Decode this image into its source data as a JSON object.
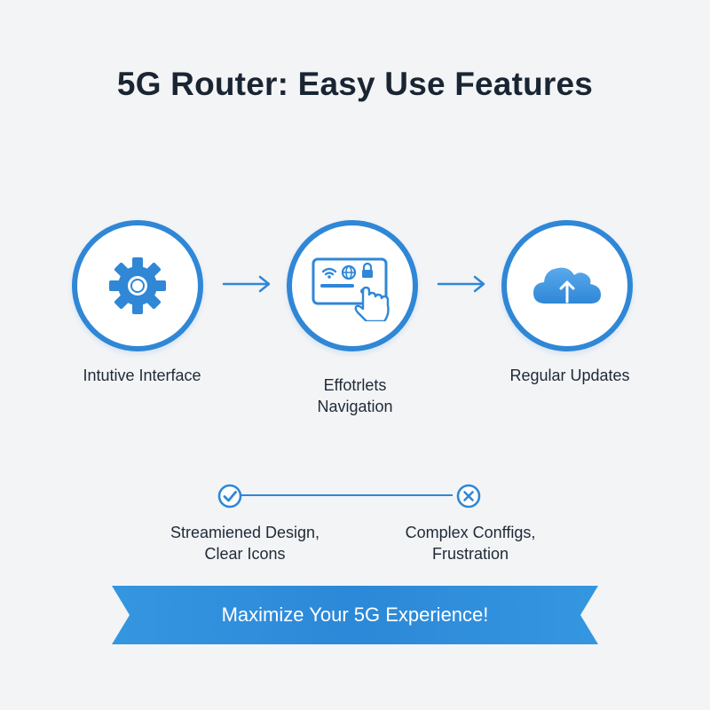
{
  "title": "5G Router: Easy Use Features",
  "steps": [
    {
      "icon": "gear-icon",
      "label_lines": [
        "Intutive Interface"
      ]
    },
    {
      "icon": "touchscreen-hand-icon",
      "label_lines": [
        "Effotrlets",
        "Navigation"
      ]
    },
    {
      "icon": "cloud-upload-icon",
      "label_lines": [
        "Regular Updates"
      ]
    }
  ],
  "comparison": {
    "positive": {
      "icon": "checkmark-circle-icon",
      "label_lines": [
        "Streamiened Design,",
        "Clear Icons"
      ]
    },
    "negative": {
      "icon": "x-circle-icon",
      "label_lines": [
        "Complex Conffigs,",
        "Frustration"
      ]
    }
  },
  "banner": {
    "text": "Maximize Your 5G Experience!"
  },
  "colors": {
    "accent": "#2f87d6",
    "accent_light": "#4fa6ea",
    "background": "#f3f4f6",
    "title": "#1a2533"
  }
}
